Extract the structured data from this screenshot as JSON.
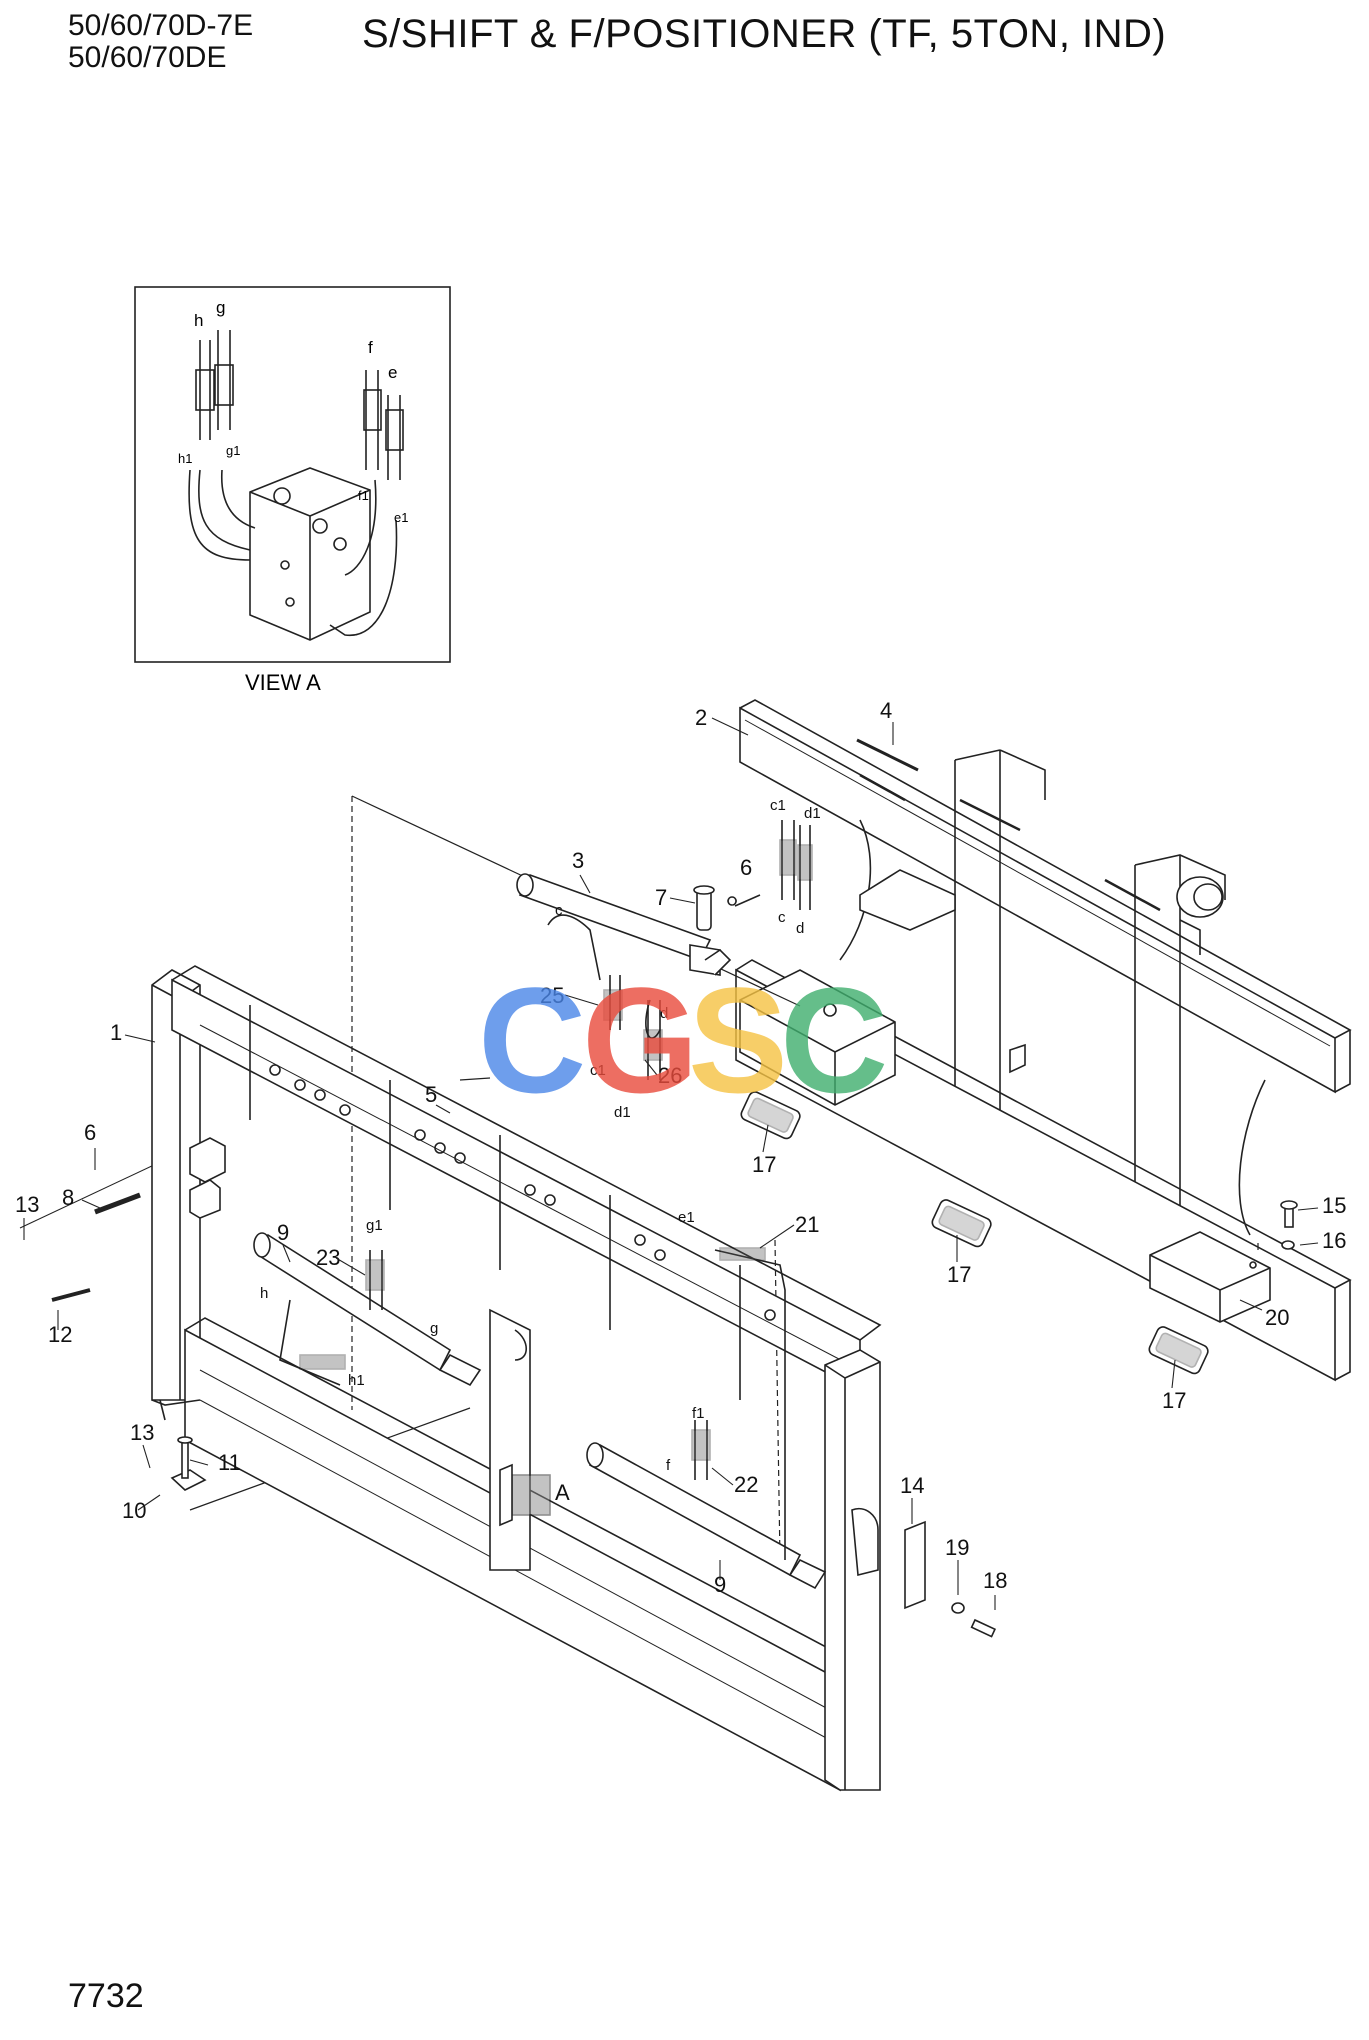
{
  "header": {
    "model_line_1": "50/60/70D-7E",
    "model_line_2": "50/60/70DE",
    "title": "S/SHIFT & F/POSITIONER (TF, 5TON, IND)"
  },
  "view_a": {
    "caption": "VIEW A",
    "labels": [
      "h",
      "g",
      "f",
      "e",
      "h1",
      "g1",
      "f1",
      "e1"
    ]
  },
  "callouts": [
    "1",
    "2",
    "3",
    "4",
    "5",
    "6",
    "6",
    "7",
    "8",
    "9",
    "9",
    "10",
    "11",
    "12",
    "13",
    "13",
    "14",
    "15",
    "16",
    "17",
    "17",
    "17",
    "18",
    "19",
    "20",
    "21",
    "22",
    "23",
    "25",
    "26",
    "A"
  ],
  "port_labels": [
    "c1",
    "d1",
    "c",
    "d",
    "c1",
    "d1",
    "c",
    "d",
    "e1",
    "f1",
    "f",
    "g1",
    "g",
    "h",
    "h1"
  ],
  "watermark": {
    "text": "CGSC",
    "colors": [
      "#4a86e8",
      "#e94b3c",
      "#f6c343",
      "#3fae6e"
    ]
  },
  "footer": {
    "page_number": "7732"
  }
}
